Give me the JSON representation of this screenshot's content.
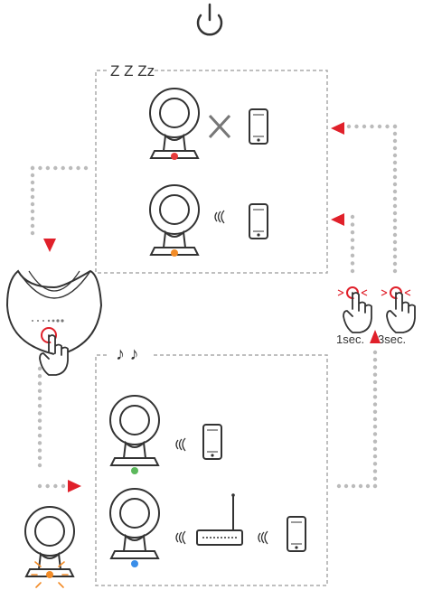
{
  "top": {
    "power_icon": "power-icon"
  },
  "sleep_box": {
    "label": "Z Z Zz",
    "rows": [
      {
        "camera_led": "red",
        "link_icon": "no-signal-x-icon",
        "device": "smartphone"
      },
      {
        "camera_led": "orange",
        "link_icon": "wifi-waves-icon",
        "device": "smartphone"
      }
    ]
  },
  "active_box": {
    "label": "♪ ♪",
    "rows": [
      {
        "camera_led": "green",
        "link_icon": "wifi-waves-icon",
        "device": "smartphone"
      },
      {
        "camera_led": "blue",
        "link_icon": "wifi-waves-icon",
        "device": "router",
        "device2": "smartphone"
      }
    ]
  },
  "press_labels": {
    "short": "1sec.",
    "long": "3sec."
  },
  "colors": {
    "led_red": "#e83a3a",
    "led_orange": "#f28c28",
    "led_green": "#5cb85c",
    "led_blue": "#3a8ee8",
    "arrow": "#e0202a",
    "dots": "#bbbbbb",
    "box_border": "#aaaaaa",
    "line": "#333333"
  }
}
